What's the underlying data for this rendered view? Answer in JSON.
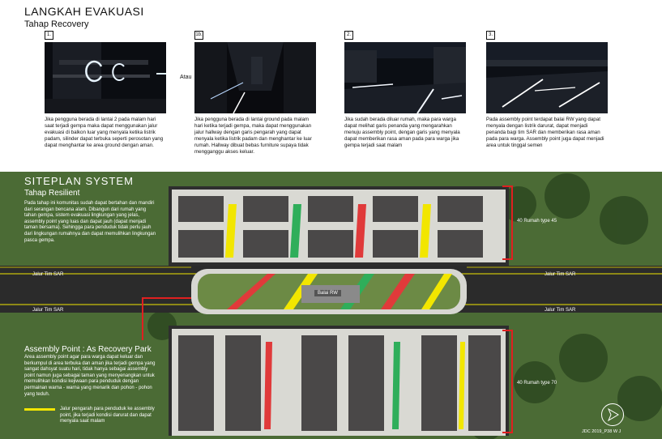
{
  "header": {
    "title": "LANGKAH EVAKUASI",
    "subtitle": "Tahap Recovery"
  },
  "panels": [
    {
      "num": "1.",
      "caption": "Jika pengguna berada di lantai 2 pada malam hari saat terjadi gempa maka dapat menggunakan jalur evakuasi di balkon luar yang menyala ketika listrik padam, silinder dapat terbuka seperti perosotan yang dapat menghantar ke area ground dengan aman."
    },
    {
      "num": "1b.",
      "caption": "Jika pengguna berada di lantai ground pada malam hari ketika terjadi gempa, maka dapat menggunakan jalur hallway dengan garis pengarah yang dapat menyala ketika listrik padam dan menghantar ke luar rumah.    Hallway dibuat bebas furniture supaya tidak mengganggu akses keluar."
    },
    {
      "num": "2.",
      "caption": "Jika sudah berada diluar rumah, maka para warga dapat melihat garis penanda yang mengarahkan menuju assembly point, dengan garis yang menyala dapat memberikan rasa aman pada para warga jika gempa terjadi saat malam"
    },
    {
      "num": "3.",
      "caption": "Pada assembly point terdapat balai RW yang dapat menyala dengan listrik darurat, dapat menjadi penanda bagi tim        SAR dan memberikan rasa aman pada para warga. Assembly point juga dapat menjadi area untuk tinggal semen"
    }
  ],
  "atau": "Atau",
  "siteplan": {
    "title": "SITEPLAN  SYSTEM",
    "subtitle": "Tahap Resilient",
    "text": "Pada tahap ini komunitas sudah dapat bertahan dan mandiri dari serangan bencana alam. Dibangun dari rumah yang tahan gempa, sistem evakuasi lingkungan yang jelas, assembly point yang luas dan dapat jauh (dapat menjadi taman bersama).      Sehingga para penduduk tidak perlu jauh dari lingkungan rumahnya dan dapat memulihkan lingkungan pasca gempa.",
    "assembly_title": "Assembly Point : As Recovery Park",
    "assembly_text": "Area assembly point agar para warga dapat keluar dan berkumpul di area terbuka dan aman jika terjadi gempa yang sangat dahsyat suatu hari, tidak hanya sebagai assembly point namun juga sebagai taman yang menyenangkan untuk memulihkan kondisi kejiwaan para penduduk dengan permainan warna - warna yang menarik dan pohon - pohon yang teduh.",
    "legend_text": "Jalur pengarah para penduduk ke assembly point, jika terjadi kondisi darurat dan dapat menyala saat malam",
    "jalur_left_1": "Jalur Tim   SAR",
    "jalur_left_2": "Jalur Tim   SAR",
    "jalur_right_1": "Jalur Tim   SAR",
    "jalur_right_2": "Jalur Tim   SAR",
    "balai": "Balai RW",
    "type45": "40 Rumah type 45",
    "type70": "40 Rumah type 70",
    "footer": "JDC 2019_P38   W J"
  }
}
